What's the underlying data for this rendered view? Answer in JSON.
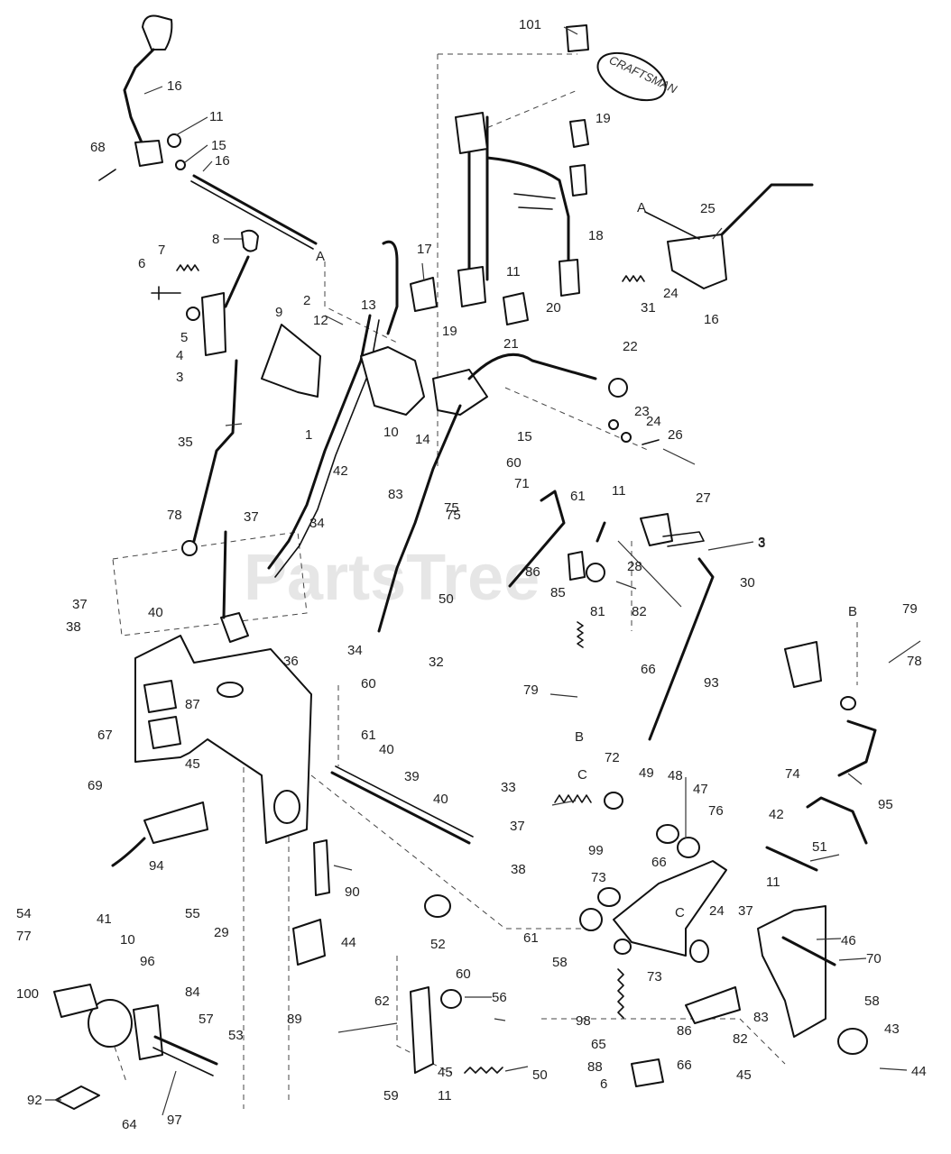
{
  "watermark": "PartsTree",
  "key_tag_text": "CRAFTSMAN",
  "callouts": [
    "101",
    "16",
    "11",
    "68",
    "15",
    "16",
    "19",
    "18",
    "17",
    "8",
    "7",
    "6",
    "5",
    "4",
    "3",
    "9",
    "2",
    "12",
    "13",
    "19",
    "21",
    "20",
    "11",
    "22",
    "25",
    "24",
    "31",
    "16",
    "23",
    "24",
    "26",
    "10",
    "14",
    "15",
    "1",
    "42",
    "35",
    "60",
    "83",
    "71",
    "75",
    "61",
    "27",
    "11",
    "28",
    "3",
    "78",
    "37",
    "34",
    "50",
    "86",
    "85",
    "81",
    "82",
    "30",
    "3",
    "36",
    "37",
    "38",
    "40",
    "32",
    "34",
    "66",
    "79",
    "93",
    "78",
    "79",
    "60",
    "61",
    "40",
    "39",
    "87",
    "67",
    "45",
    "69",
    "94",
    "33",
    "72",
    "49",
    "48",
    "47",
    "95",
    "74",
    "42",
    "51",
    "37",
    "38",
    "40",
    "90",
    "99",
    "66",
    "11",
    "76",
    "73",
    "24",
    "37",
    "55",
    "29",
    "52",
    "61",
    "58",
    "73",
    "46",
    "70",
    "54",
    "77",
    "41",
    "10",
    "100",
    "96",
    "84",
    "57",
    "53",
    "89",
    "44",
    "60",
    "56",
    "62",
    "83",
    "58",
    "43",
    "98",
    "86",
    "82",
    "65",
    "88",
    "66",
    "6",
    "45",
    "44",
    "92",
    "97",
    "64",
    "59",
    "45",
    "11",
    "50",
    "75"
  ],
  "reference_letters": [
    "A",
    "A",
    "B",
    "B",
    "C",
    "C"
  ]
}
